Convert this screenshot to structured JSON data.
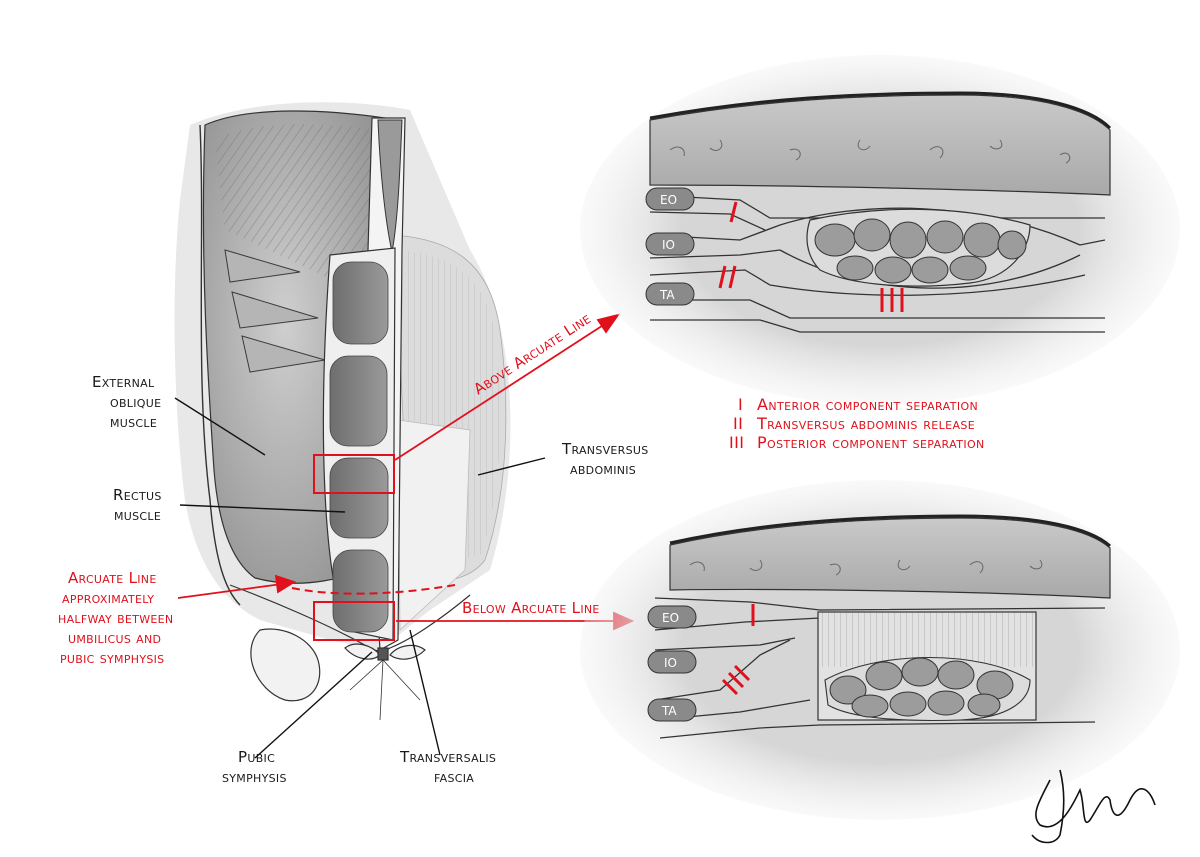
{
  "colors": {
    "accent": "#e0101c",
    "ink": "#1a1a1a"
  },
  "labels": {
    "external_oblique": [
      "External",
      "oblique",
      "muscle"
    ],
    "rectus": [
      "Rectus",
      "muscle"
    ],
    "arcuate": [
      "Arcuate Line",
      "approximately",
      "halfway between",
      "umbilicus and",
      "pubic symphysis"
    ],
    "pubic_symphysis": [
      "Pubic",
      "symphysis"
    ],
    "transversalis": [
      "Transversalis",
      "fascia"
    ],
    "transversus": [
      "Transversus",
      "abdominis"
    ],
    "above_arcuate": "Above Arcuate Line",
    "below_arcuate": "Below Arcuate Line"
  },
  "layer_tags": {
    "eo": "EO",
    "io": "IO",
    "ta": "TA"
  },
  "legend": [
    {
      "mark": "I",
      "text": "Anterior component separation"
    },
    {
      "mark": "II",
      "text": "Transversus abdominis release"
    },
    {
      "mark": "III",
      "text": "Posterior component separation"
    }
  ]
}
